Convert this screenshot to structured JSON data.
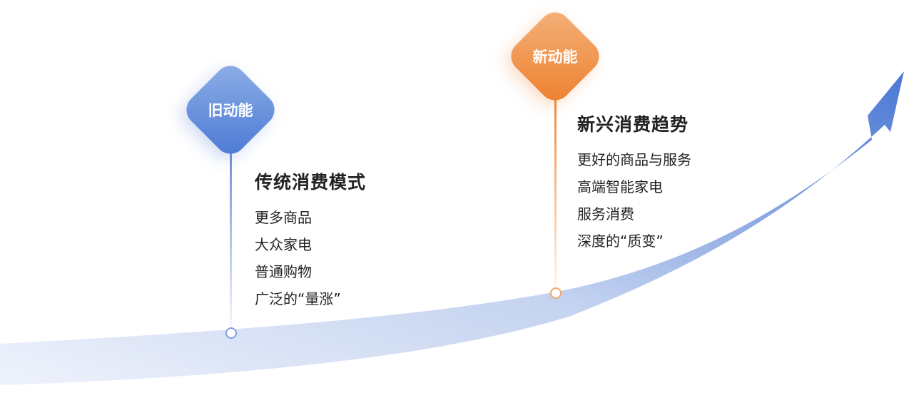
{
  "colors": {
    "old_accent": "#4a78d4",
    "new_accent": "#ee7f2c",
    "curve_start": "#e9eef9",
    "curve_end": "#4a78d4",
    "text": "#222222"
  },
  "old_stage": {
    "badge": "旧动能",
    "title": "传统消费模式",
    "items": [
      "更多商品",
      "大众家电",
      "普通购物",
      "广泛的“量涨”"
    ]
  },
  "new_stage": {
    "badge": "新动能",
    "title": "新兴消费趋势",
    "items": [
      "更好的商品与服务",
      "高端智能家电",
      "服务消费",
      "深度的“质变”"
    ]
  },
  "icons": {
    "growth_arrow": "trend-arrow-icon"
  }
}
